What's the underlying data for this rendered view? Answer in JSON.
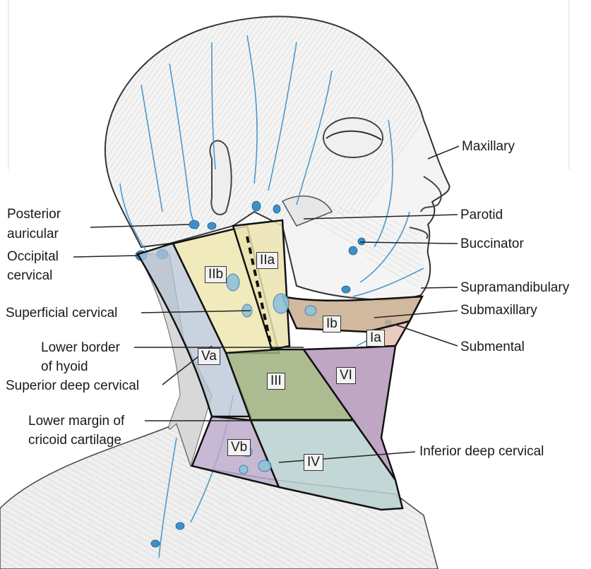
{
  "figure": {
    "labels": {
      "maxillary": "Maxillary",
      "parotid": "Parotid",
      "buccinator": "Buccinator",
      "supramandibulary": "Supramandibulary",
      "submaxillary": "Submaxillary",
      "submental": "Submental",
      "posterior_auricular_line1": "Posterior",
      "posterior_auricular_line2": "auricular",
      "occipital_cervical_line1": "Occipital",
      "occipital_cervical_line2": "cervical",
      "superficial_cervical": "Superficial cervical",
      "lower_border_hyoid_line1": "Lower border",
      "lower_border_hyoid_line2": "of hyoid",
      "superior_deep_cervical": "Superior deep cervical",
      "lower_margin_cricoid_line1": "Lower margin of",
      "lower_margin_cricoid_line2": "cricoid cartilage",
      "inferior_deep_cervical": "Inferior deep cervical"
    },
    "levels": {
      "IIa": "IIa",
      "IIb": "IIb",
      "Ib": "Ib",
      "Ia": "Ia",
      "Va": "Va",
      "III": "III",
      "VI": "VI",
      "Vb": "Vb",
      "IV": "IV"
    },
    "colors": {
      "level_IIa": "#ece3b0",
      "level_IIb": "#ede6b2",
      "level_Ib": "#c9ad8e",
      "level_Ia": "#e8c7b7",
      "level_Va": "#b7c4d6",
      "level_III": "#9fb07c",
      "level_VI": "#b497b8",
      "level_Vb": "#b9a8c8",
      "level_IV": "#b7d0cf",
      "lymph": "#3d8fc8",
      "outline": "#111111"
    }
  }
}
